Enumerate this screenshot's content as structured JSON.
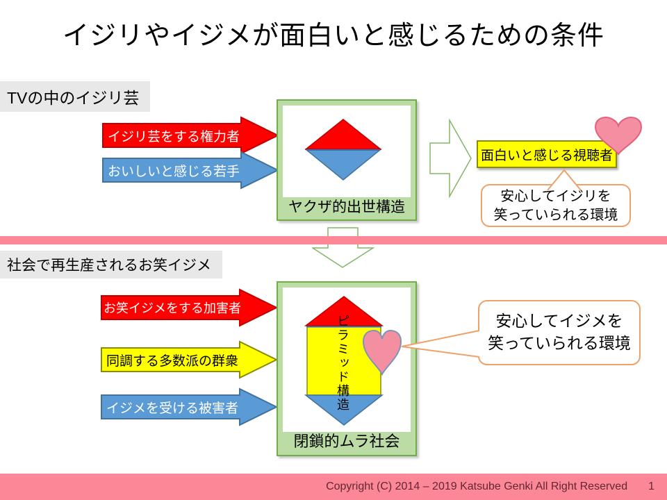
{
  "title": "イジリやイジメが面白いと感じるための条件",
  "tv_section": {
    "label": "TVの中のイジリ芸",
    "arrow_power": "イジリ芸をする権力者",
    "arrow_young": "おいしいと感じる若手",
    "box_caption": "ヤクザ的出世構造",
    "viewer_box": "面白いと感じる視聴者",
    "callout_line1": "安心してイジリを",
    "callout_line2": "笑っていられる環境"
  },
  "society_section": {
    "label": "社会で再生産されるお笑イジメ",
    "arrow_aggressor": "お笑イジメをする加害者",
    "arrow_crowd": "同調する多数派の群衆",
    "arrow_victim": "イジメを受ける被害者",
    "pyramid_label": "ピラミッド構造",
    "box_caption": "閉鎖的ムラ社会",
    "callout_line1": "安心してイジメを",
    "callout_line2": "笑っていられる環境"
  },
  "footer": {
    "copyright": "Copyright (C) 2014 – 2019 Katsube Genki All Right Reserved",
    "page_number": "1"
  },
  "colors": {
    "red": "#FF0000",
    "red_border": "#C00000",
    "blue": "#5B9BD5",
    "blue_border": "#41719C",
    "yellow": "#FFFF00",
    "yellow_border": "#8A8A00",
    "green_fill": "#BCDCA6",
    "green_border": "#70AD47",
    "green_arrow_outline": "#83B667",
    "pink_bar": "#FB8797",
    "heart_fill": "#F48FA2",
    "heart_tv_border": "#E2607E",
    "heart_society_border": "#7E93B8",
    "callout_border": "#EDA269",
    "label_bg": "#E9E8E8",
    "footer_text": "#632731"
  }
}
